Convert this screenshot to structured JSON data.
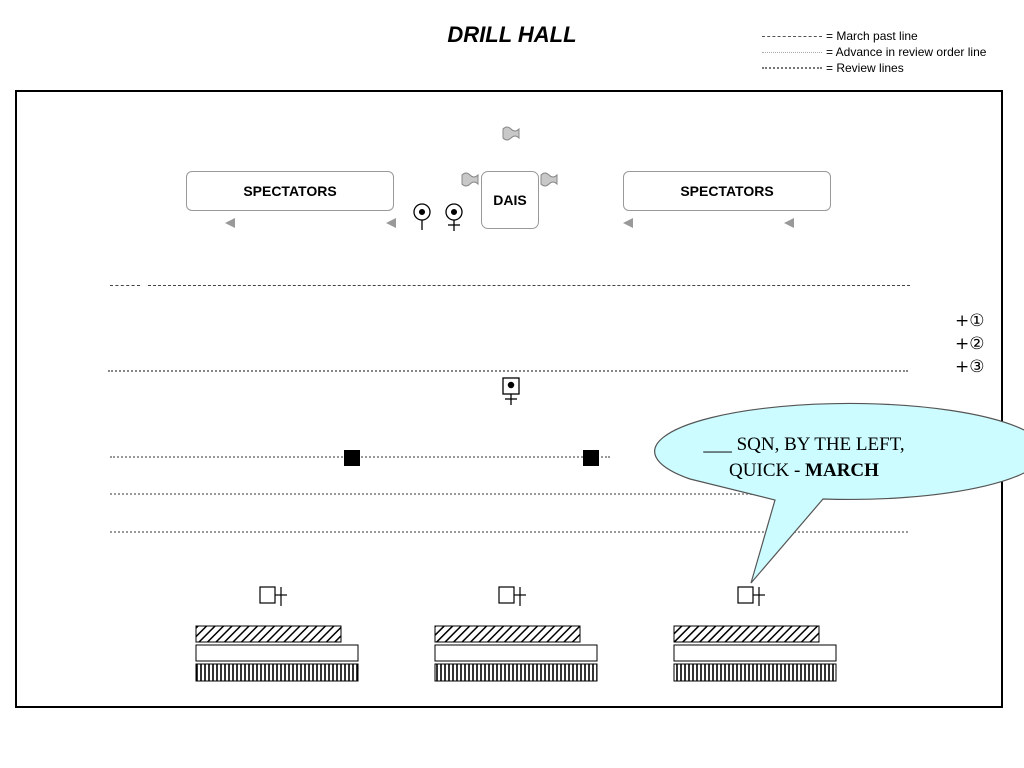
{
  "title": "DRILL HALL",
  "legend": [
    {
      "style": "dashed",
      "label": "= March past line"
    },
    {
      "style": "sparse-dotted",
      "label": "= Advance in review order line"
    },
    {
      "style": "dotted",
      "label": "= Review lines"
    }
  ],
  "spectators_left": "SPECTATORS",
  "spectators_right": "SPECTATORS",
  "dais": "DAIS",
  "review_points": [
    "+①",
    "+②",
    "+③"
  ],
  "callout": {
    "line1": "___ SQN, BY THE LEFT,",
    "line2_prefix": "QUICK - ",
    "line2_bold": "MARCH",
    "fill": "#ccfcff"
  },
  "colors": {
    "hatch": "#000000",
    "flag": "#aaaaaa"
  }
}
